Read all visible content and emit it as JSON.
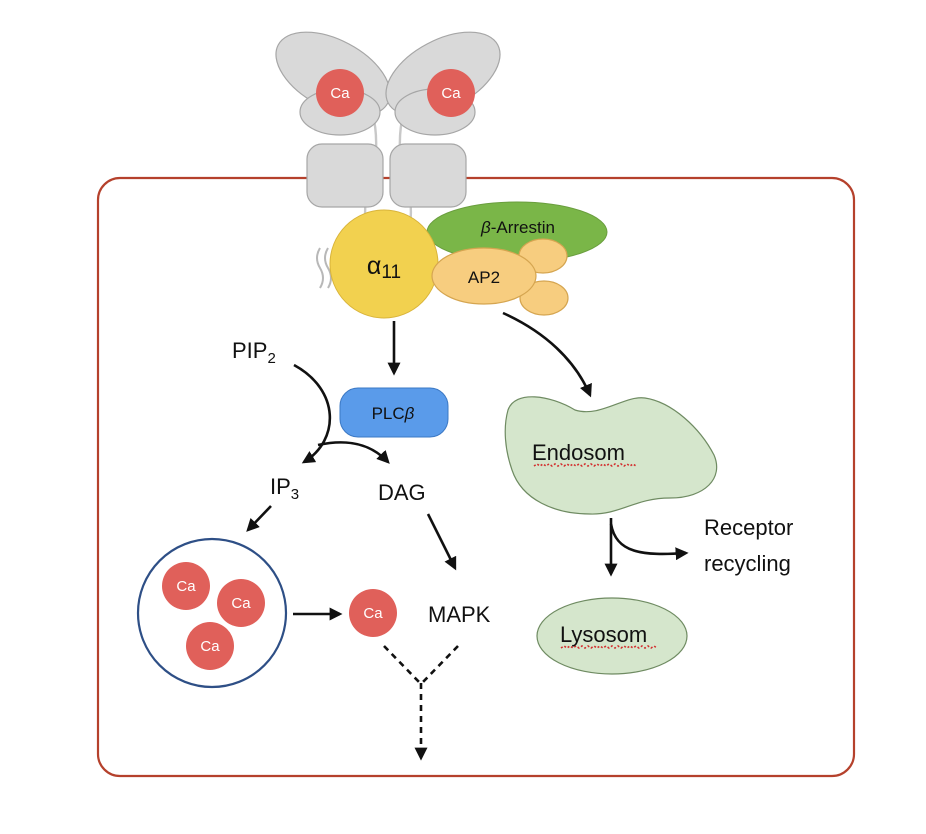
{
  "labels": {
    "ca": "Ca",
    "alpha_main": "α",
    "alpha_sub": "11",
    "beta_arrestin_prefix": "β",
    "beta_arrestin_rest": "-Arrestin",
    "ap2": "AP2",
    "pip_main": "PIP",
    "pip_sub": "2",
    "plc_main": "PLC",
    "plc_beta": "β",
    "ip_main": "IP",
    "ip_sub": "3",
    "dag": "DAG",
    "mapk": "MAPK",
    "endosom": "Endosom",
    "lysosom": "Lysosom",
    "receptor_line1": "Receptor",
    "receptor_line2": "recycling"
  },
  "colors": {
    "cell_border": "#b5412c",
    "receptor_gray": "#d9d9d9",
    "receptor_edge": "#a6a6a6",
    "calcium_red": "#e0605a",
    "g_alpha_yellow": "#f2d14f",
    "arrestin_green": "#7ab648",
    "ap2_orange": "#f7cd7f",
    "plc_blue": "#5a9bea",
    "endosome_green": "#d5e6cc",
    "store_border": "#2e4f86"
  }
}
